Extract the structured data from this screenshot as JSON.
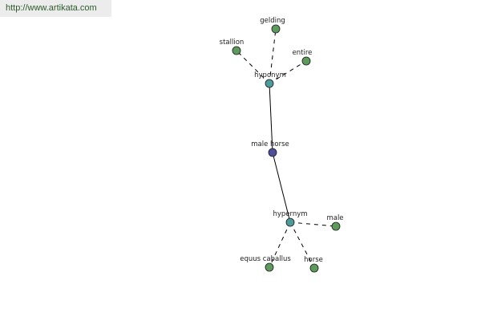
{
  "site": {
    "url": "http://www.artikata.com"
  },
  "colors": {
    "leaf": "#5d9b5d",
    "relation": "#4f9a9a",
    "root": "#4d4f9a",
    "url_text": "#2d5a2d",
    "url_bg": "#ececec"
  },
  "graph": {
    "nodes": [
      {
        "id": "stallion",
        "label": "stallion",
        "kind": "leaf"
      },
      {
        "id": "gelding",
        "label": "gelding",
        "kind": "leaf"
      },
      {
        "id": "entire",
        "label": "entire",
        "kind": "leaf"
      },
      {
        "id": "hyponym",
        "label": "hyponym",
        "kind": "relation"
      },
      {
        "id": "male_horse",
        "label": "male horse",
        "kind": "root"
      },
      {
        "id": "hypernym",
        "label": "hypernym",
        "kind": "relation"
      },
      {
        "id": "male",
        "label": "male",
        "kind": "leaf"
      },
      {
        "id": "equus_caballus",
        "label": "equus caballus",
        "kind": "leaf"
      },
      {
        "id": "horse",
        "label": "horse",
        "kind": "leaf"
      }
    ],
    "edges": [
      {
        "from": "hyponym",
        "to": "stallion",
        "style": "dashed"
      },
      {
        "from": "hyponym",
        "to": "gelding",
        "style": "dashed"
      },
      {
        "from": "hyponym",
        "to": "entire",
        "style": "dashed"
      },
      {
        "from": "male_horse",
        "to": "hyponym",
        "style": "solid"
      },
      {
        "from": "male_horse",
        "to": "hypernym",
        "style": "solid"
      },
      {
        "from": "hypernym",
        "to": "male",
        "style": "dashed"
      },
      {
        "from": "hypernym",
        "to": "equus_caballus",
        "style": "dashed"
      },
      {
        "from": "hypernym",
        "to": "horse",
        "style": "dashed"
      }
    ]
  }
}
